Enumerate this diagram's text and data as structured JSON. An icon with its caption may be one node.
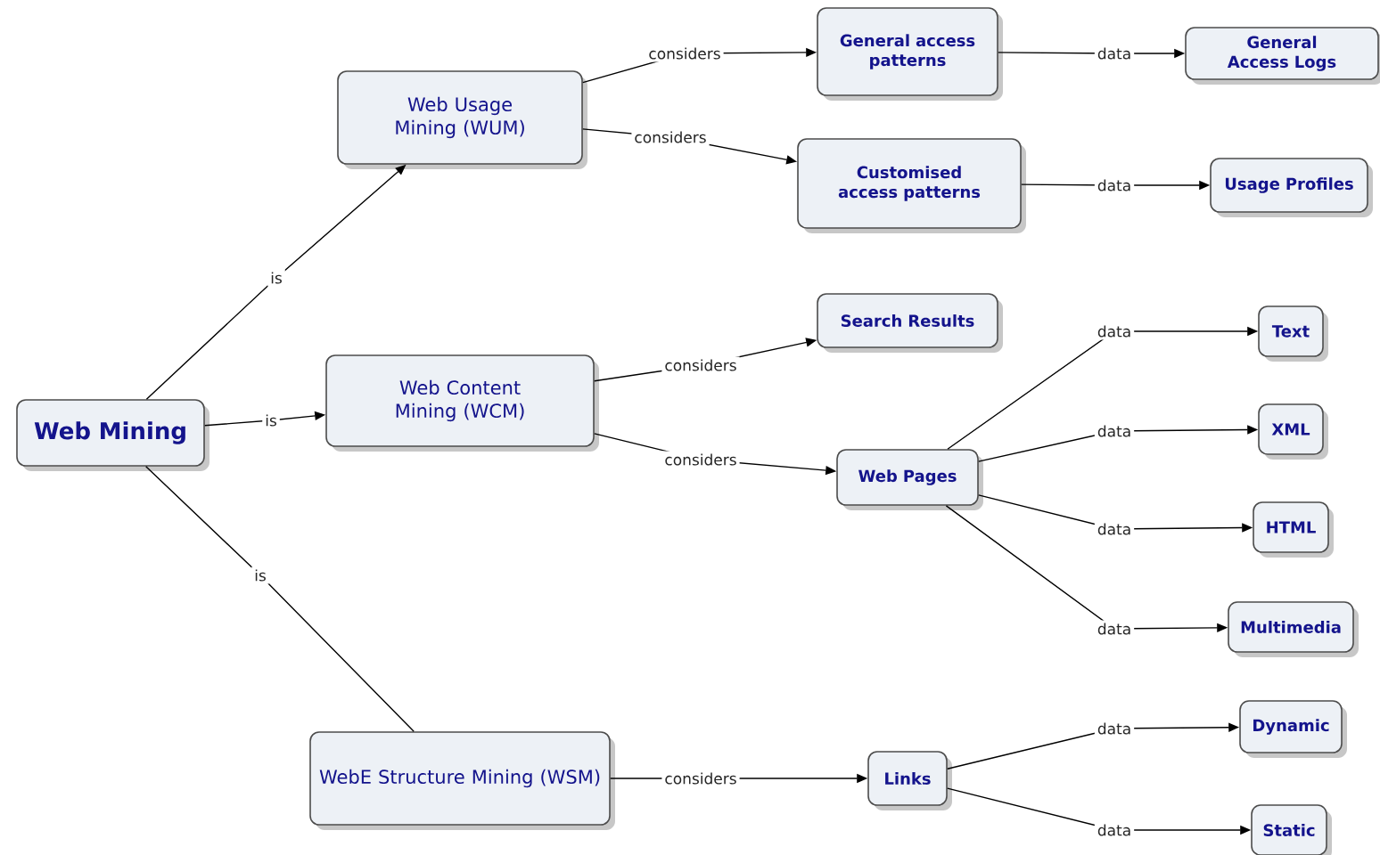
{
  "diagram": {
    "nodes": [
      {
        "text": [
          "Web Mining"
        ]
      },
      {
        "text": [
          "Web Usage Mining (WUM)"
        ]
      },
      {
        "text": [
          "General access patterns"
        ]
      },
      {
        "text": [
          "General Access Logs"
        ]
      },
      {
        "text": [
          "Customised access patterns"
        ]
      },
      {
        "text": [
          "Usage Profiles"
        ]
      },
      {
        "text": [
          "Web Content Mining (WCM)"
        ]
      },
      {
        "text": [
          "Search Results"
        ]
      },
      {
        "text": [
          "Web Pages"
        ]
      },
      {
        "text": [
          "Text"
        ]
      },
      {
        "text": [
          "XML"
        ]
      },
      {
        "text": [
          "HTML"
        ]
      },
      {
        "text": [
          "Multimedia"
        ]
      },
      {
        "text": [
          "WebE Structure Mining (WSM)"
        ]
      },
      {
        "text": [
          "Links"
        ]
      },
      {
        "text": [
          "Dynamic"
        ]
      },
      {
        "text": [
          "Static"
        ]
      }
    ],
    "edges": [
      {
        "from": 0,
        "to": 1,
        "arrow": "to",
        "label": "is"
      },
      {
        "from": 0,
        "to": 6,
        "arrow": "to",
        "label": "is"
      },
      {
        "from": 0,
        "to": 13,
        "arrow": "none",
        "label": "is"
      },
      {
        "from": 1,
        "to": 2,
        "arrow": "to",
        "label": "considers"
      },
      {
        "from": 1,
        "to": 4,
        "arrow": "to",
        "label": "considers"
      },
      {
        "from": 2,
        "to": 3,
        "arrow": "to",
        "label": "data"
      },
      {
        "from": 4,
        "to": 5,
        "arrow": "to",
        "label": "data"
      },
      {
        "from": 6,
        "to": 7,
        "arrow": "to",
        "label": "considers"
      },
      {
        "from": 6,
        "to": 8,
        "arrow": "to",
        "label": "considers"
      },
      {
        "from": 8,
        "to": 9,
        "arrow": "to",
        "label": "data"
      },
      {
        "from": 8,
        "to": 10,
        "arrow": "to",
        "label": "data"
      },
      {
        "from": 8,
        "to": 11,
        "arrow": "to",
        "label": "data"
      },
      {
        "from": 8,
        "to": 12,
        "arrow": "to",
        "label": "data"
      },
      {
        "from": 13,
        "to": 14,
        "arrow": "to",
        "label": "considers"
      },
      {
        "from": 14,
        "to": 15,
        "arrow": "to",
        "label": "data"
      },
      {
        "from": 14,
        "to": 16,
        "arrow": "to",
        "label": "data"
      }
    ]
  }
}
